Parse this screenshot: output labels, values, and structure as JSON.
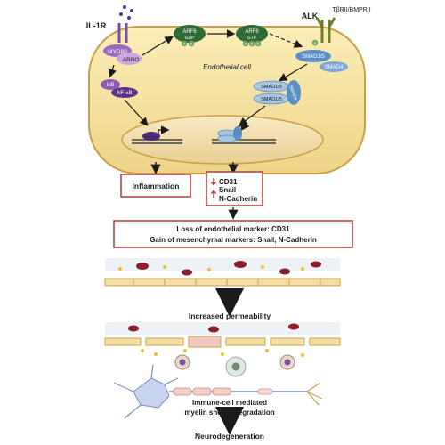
{
  "receptors": {
    "il1r": "IL-1R",
    "alk": "ALK",
    "tgfb": "TβRII/BMPRII"
  },
  "cell": {
    "label": "Endothelial cell",
    "myd88": "MYD88",
    "arno": "ARNO",
    "arf6_gdp": [
      "ARF6",
      "GDP"
    ],
    "arf6_gtp": [
      "ARF6",
      "GTP"
    ],
    "ikb": "IκB",
    "nfkb": "NF-κB",
    "smad15": "SMAD1/5",
    "smad4": "SMAD4",
    "complex": [
      "SMAD1/5",
      "SMAD4",
      "SMAD1/5"
    ],
    "phospho": "P"
  },
  "outcomes": {
    "inflammation": "Inflammation",
    "cd31": "CD31",
    "snail": "Snail",
    "ncad": "N-Cadherin"
  },
  "summary": {
    "line1": "Loss of endothelial marker: CD31",
    "line2": "Gain of mesenchymal markers: Snail, N-Cadherin"
  },
  "panels": {
    "permeability": "Increased permeability",
    "immune_line1": "Immune-cell mediated",
    "immune_line2": "myelin sheath degradation",
    "neuro": "Neurodegeneration"
  },
  "colors": {
    "cell_fill": "#f6e3a2",
    "cell_stroke": "#c9a14a",
    "purple": "#7b4fa8",
    "green": "#2f6b34",
    "blue": "#5a8fc6",
    "red_box": "#b03a3a",
    "rbc": "#8a1f2b"
  }
}
